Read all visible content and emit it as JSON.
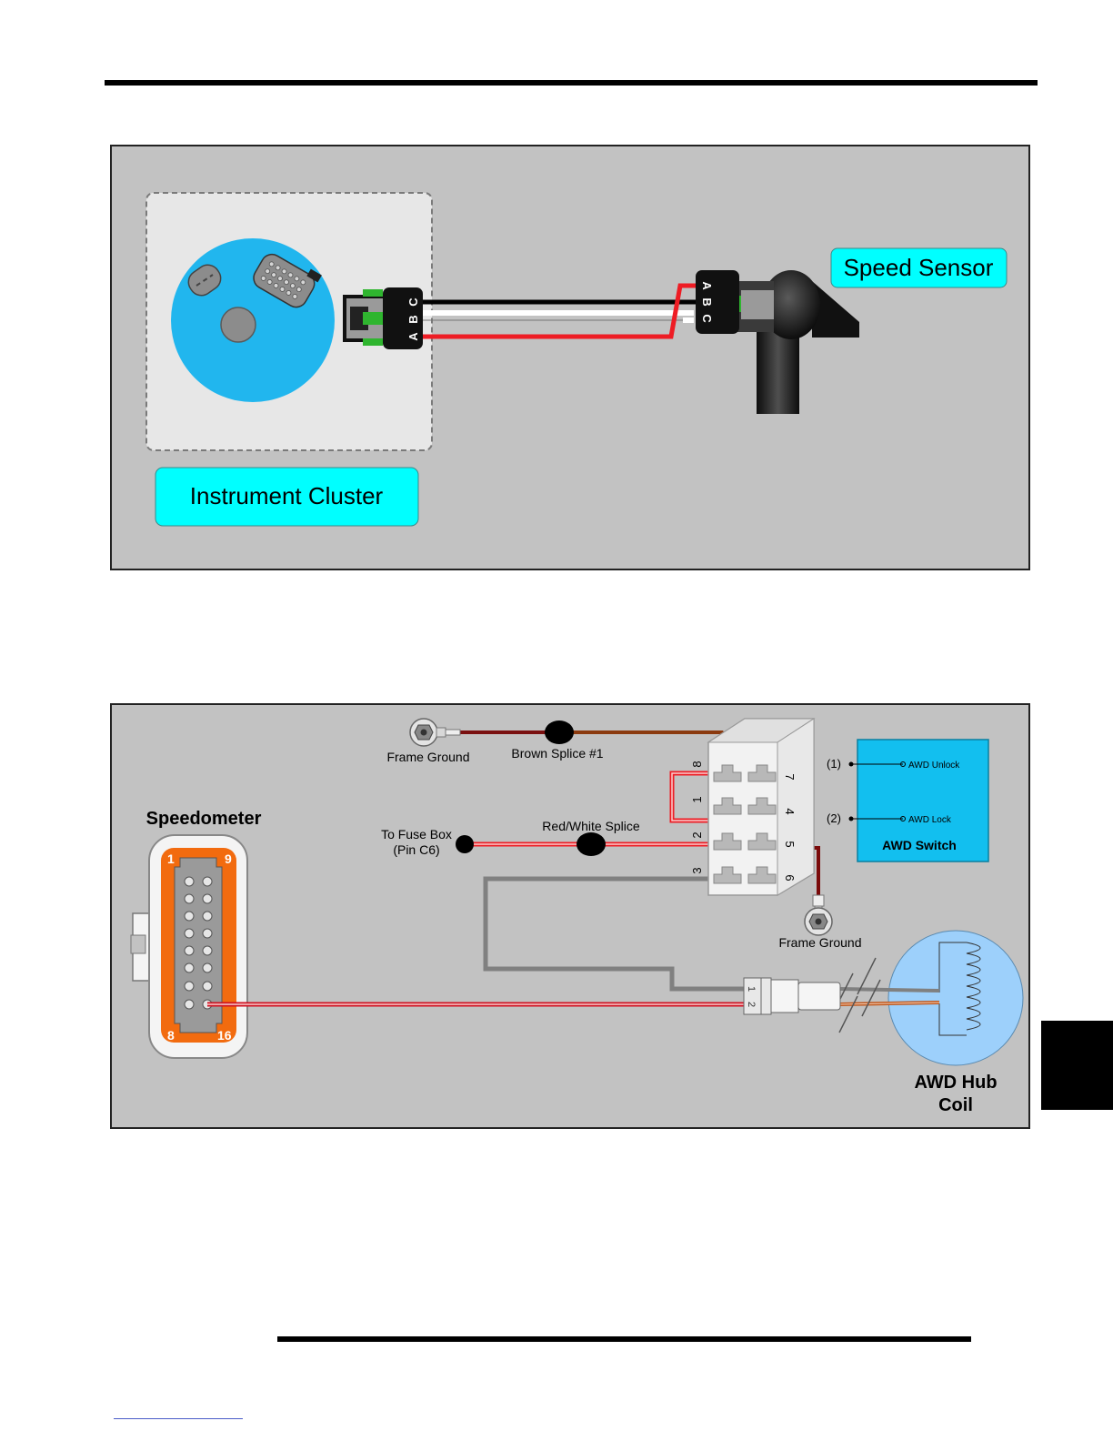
{
  "diagram1": {
    "speed_sensor_label": "Speed Sensor",
    "instrument_cluster_label": "Instrument Cluster",
    "cluster_pins": [
      "A",
      "B",
      "C"
    ],
    "sensor_pins": [
      "A",
      "B",
      "C"
    ]
  },
  "diagram2": {
    "frame_ground_top": "Frame Ground",
    "brown_splice": "Brown Splice #1",
    "to_fuse_box_line1": "To Fuse Box",
    "to_fuse_box_line2": "(Pin C6)",
    "red_white_splice": "Red/White Splice",
    "frame_ground_right": "Frame Ground",
    "speedometer": "Speedometer",
    "speedo_pins": {
      "p1": "1",
      "p9": "9",
      "p8": "8",
      "p16": "16"
    },
    "switch_pins": [
      "8",
      "1",
      "2",
      "3",
      "7",
      "4",
      "5",
      "6"
    ],
    "awd_switch": {
      "title": "AWD Switch",
      "pos1": "(1)",
      "unlock": "AWD Unlock",
      "pos2": "(2)",
      "lock": "AWD Lock"
    },
    "coil_pins": [
      "1",
      "2"
    ],
    "awd_hub_coil_line1": "AWD Hub",
    "awd_hub_coil_line2": "Coil"
  },
  "colors": {
    "panel_bg": "#c2c2c2",
    "label_cyan": "#00ffff",
    "cluster_blue": "#21b6ee",
    "switch_blue": "#12bfef",
    "speedo_orange": "#f26b0f",
    "hub_coil_blue": "#9dd0fb",
    "wire_red": "#ee1c24",
    "wire_brown": "#8b3a0f",
    "wire_darkred": "#7a0a0a",
    "wire_gray": "#808080"
  }
}
